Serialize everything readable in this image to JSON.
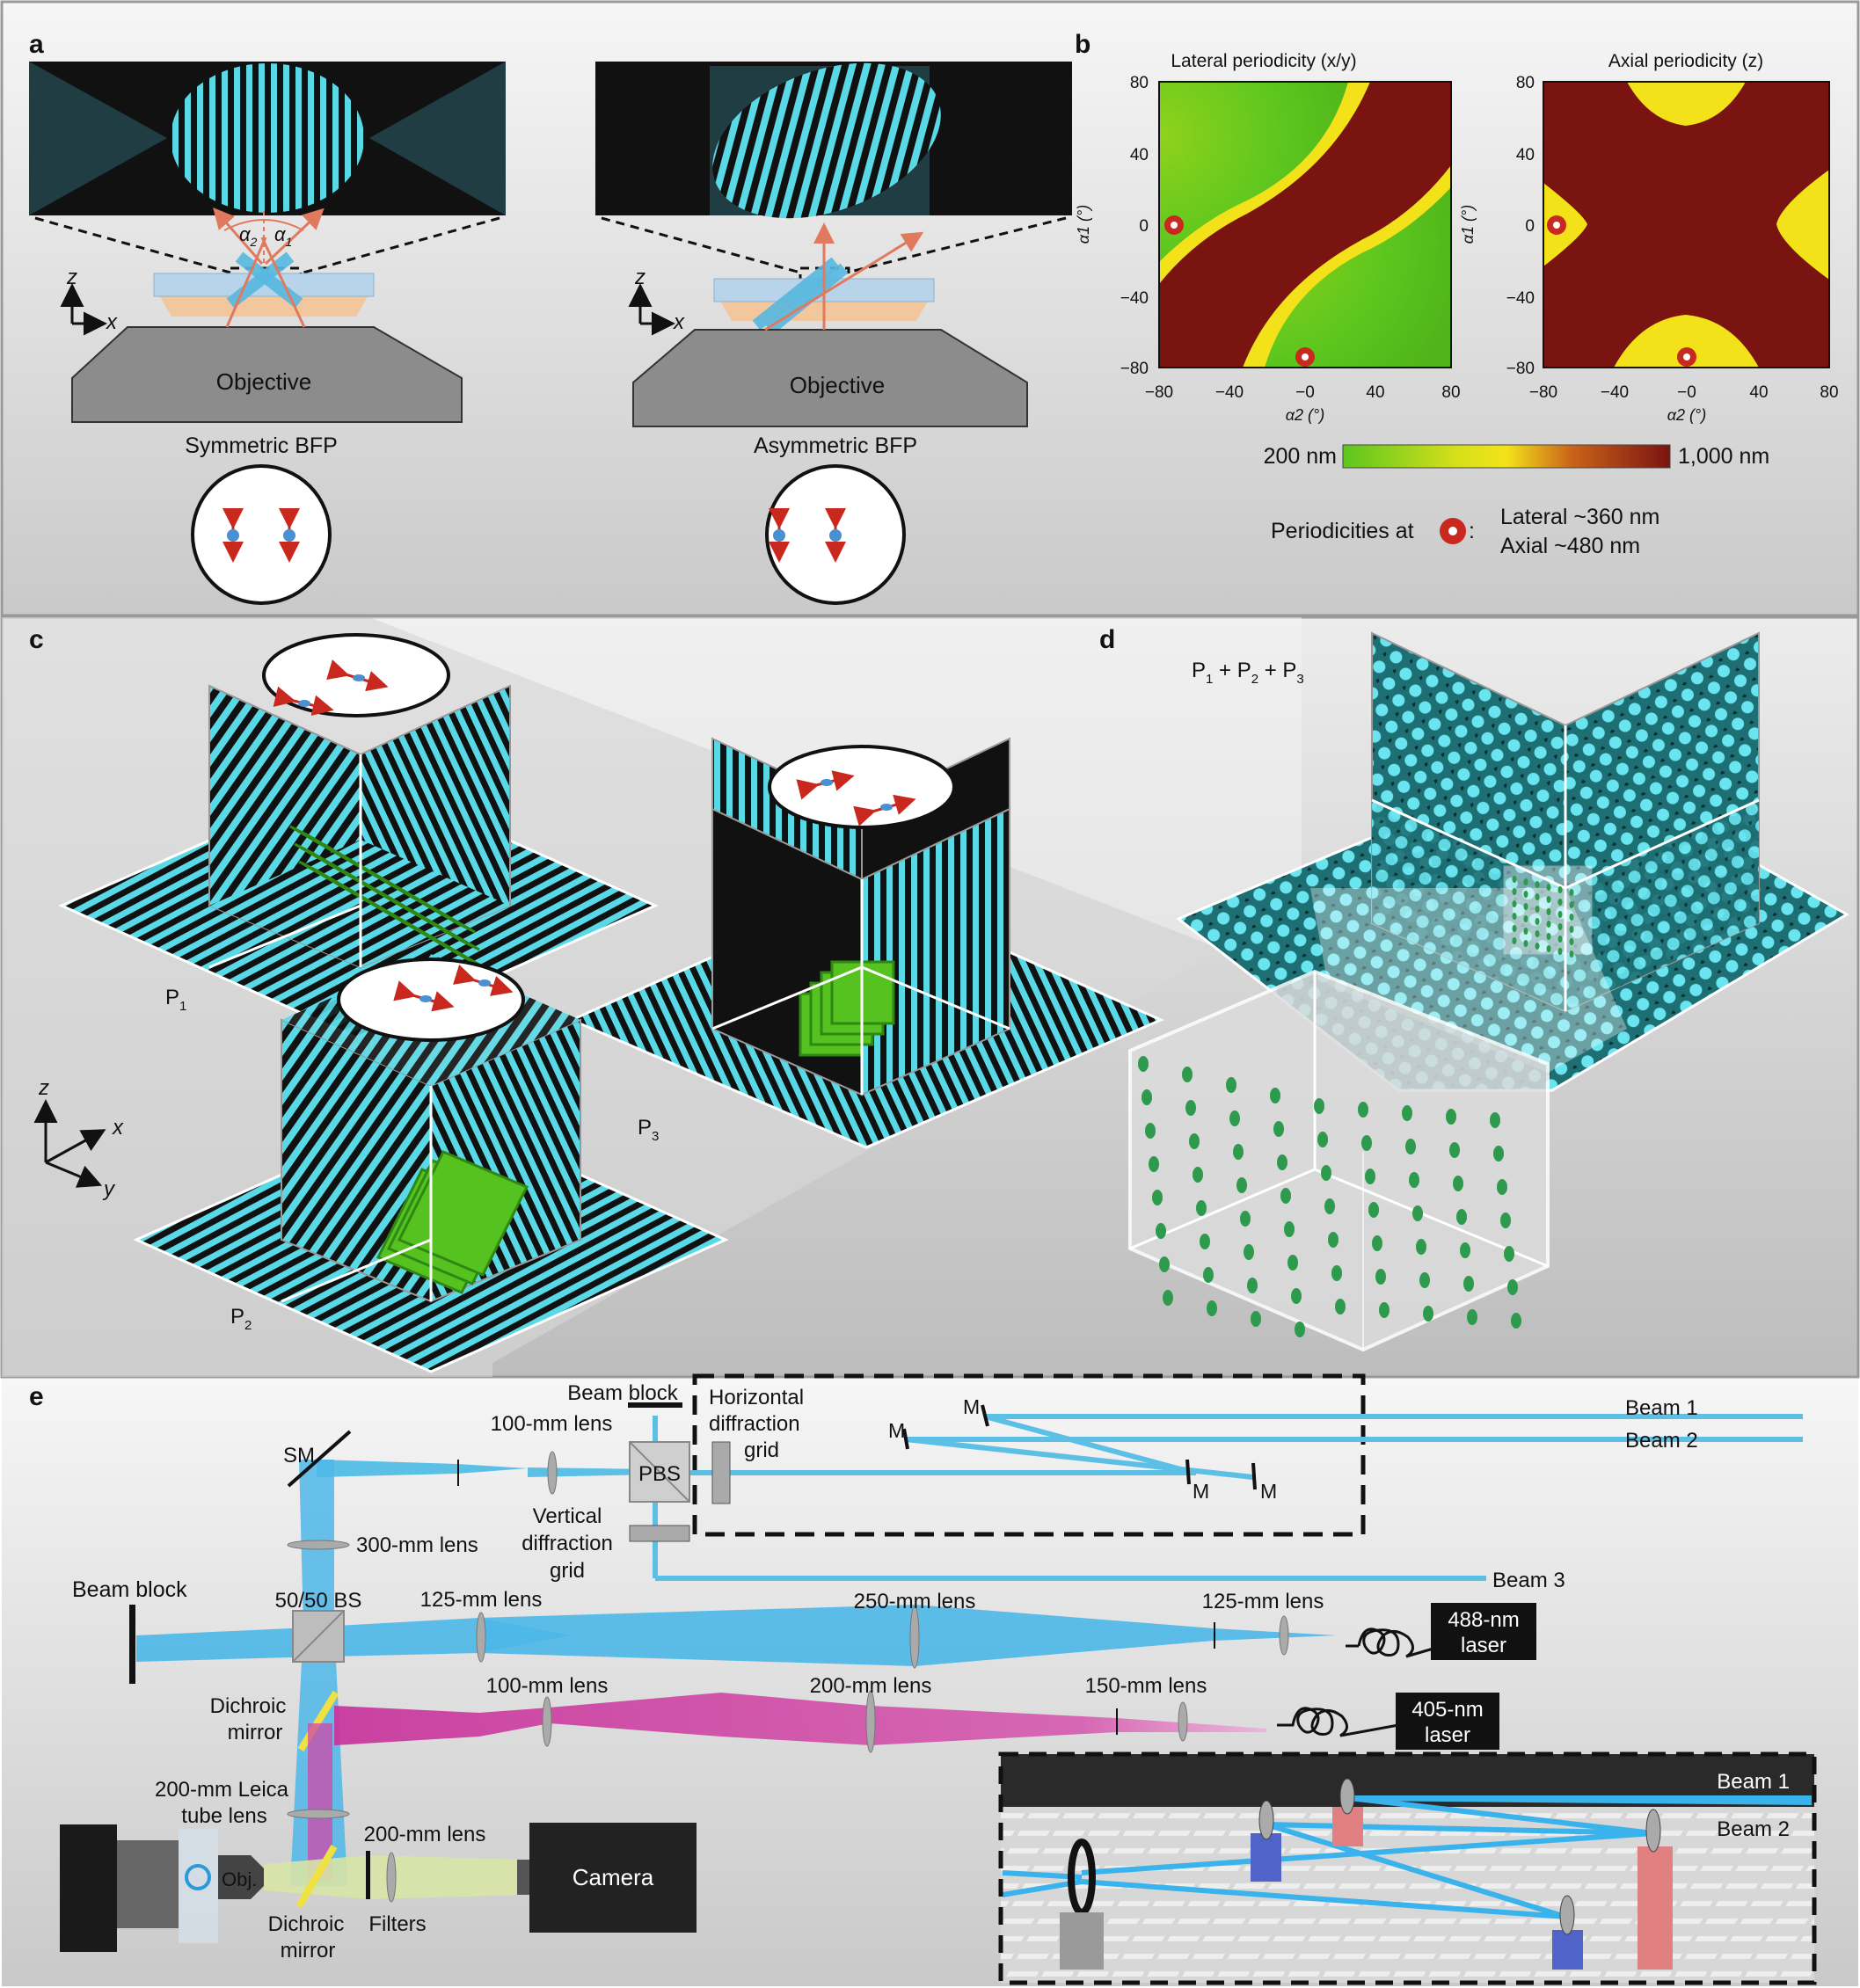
{
  "panel_labels": {
    "a": "a",
    "b": "b",
    "c": "c",
    "d": "d",
    "e": "e"
  },
  "panel_a": {
    "objective": "Objective",
    "symmetric_bfp": "Symmetric BFP",
    "asymmetric_bfp": "Asymmetric BFP",
    "angle_alpha": "α",
    "angle_sub_2": "2",
    "angle_sub_1": "1",
    "axis_z": "z",
    "axis_x": "x"
  },
  "panel_b": {
    "chart_lateral_title": "Lateral periodicity (x/y)",
    "chart_axial_title": "Axial periodicity (z)",
    "y_ticks": [
      "80",
      "40",
      "0",
      "−40",
      "−80"
    ],
    "x_ticks": [
      "−80",
      "−40",
      "−0",
      "40",
      "80"
    ],
    "y_axis_label": "α1 (°)",
    "x_axis_label": "α2 (°)",
    "colorbar_min": "200 nm",
    "colorbar_max": "1,000 nm",
    "periodicities_prefix": "Periodicities at",
    "lateral_value": "Lateral ~360 nm",
    "axial_value": "Axial  ~480 nm",
    "colors": {
      "low": "#5cc61e",
      "mid": "#f3e21a",
      "high": "#7a1411"
    }
  },
  "panel_c": {
    "p1": "P",
    "p1_sub": "1",
    "p2": "P",
    "p2_sub": "2",
    "p3": "P",
    "p3_sub": "3",
    "axis_z": "z",
    "axis_x": "x",
    "axis_y": "y"
  },
  "panel_d": {
    "title": "P",
    "title_sub_1": "1",
    "plus_1": " + P",
    "title_sub_2": "2",
    "plus_2": " + P",
    "title_sub_3": "3"
  },
  "panel_e": {
    "beam_block_top": "Beam block",
    "horizontal_grid": [
      "Horizontal",
      "diffraction",
      "grid"
    ],
    "vertical_grid": [
      "Vertical",
      "diffraction",
      "grid"
    ],
    "lens_100_top": "100-mm lens",
    "pbs": "PBS",
    "sm": "SM",
    "mirror_label": "M",
    "beam1": "Beam 1",
    "beam2": "Beam 2",
    "beam3": "Beam 3",
    "lens_300": "300-mm lens",
    "beam_block_left": "Beam block",
    "bs_5050": "50/50 BS",
    "lens_125_a": "125-mm lens",
    "lens_250": "250-mm lens",
    "lens_125_b": "125-mm lens",
    "laser_488": [
      "488-nm",
      "laser"
    ],
    "dichroic_top": [
      "Dichroic",
      "mirror"
    ],
    "lens_100_b": "100-mm lens",
    "lens_200_a": "200-mm lens",
    "lens_150": "150-mm lens",
    "laser_405": [
      "405-nm",
      "laser"
    ],
    "tube_lens": [
      "200-mm Leica",
      "tube lens"
    ],
    "lens_200_b": "200-mm lens",
    "obj": "Obj.",
    "camera": "Camera",
    "dichroic_bottom": [
      "Dichroic",
      "mirror"
    ],
    "filters": "Filters",
    "inset_beam1": "Beam 1",
    "inset_beam2": "Beam 2"
  }
}
